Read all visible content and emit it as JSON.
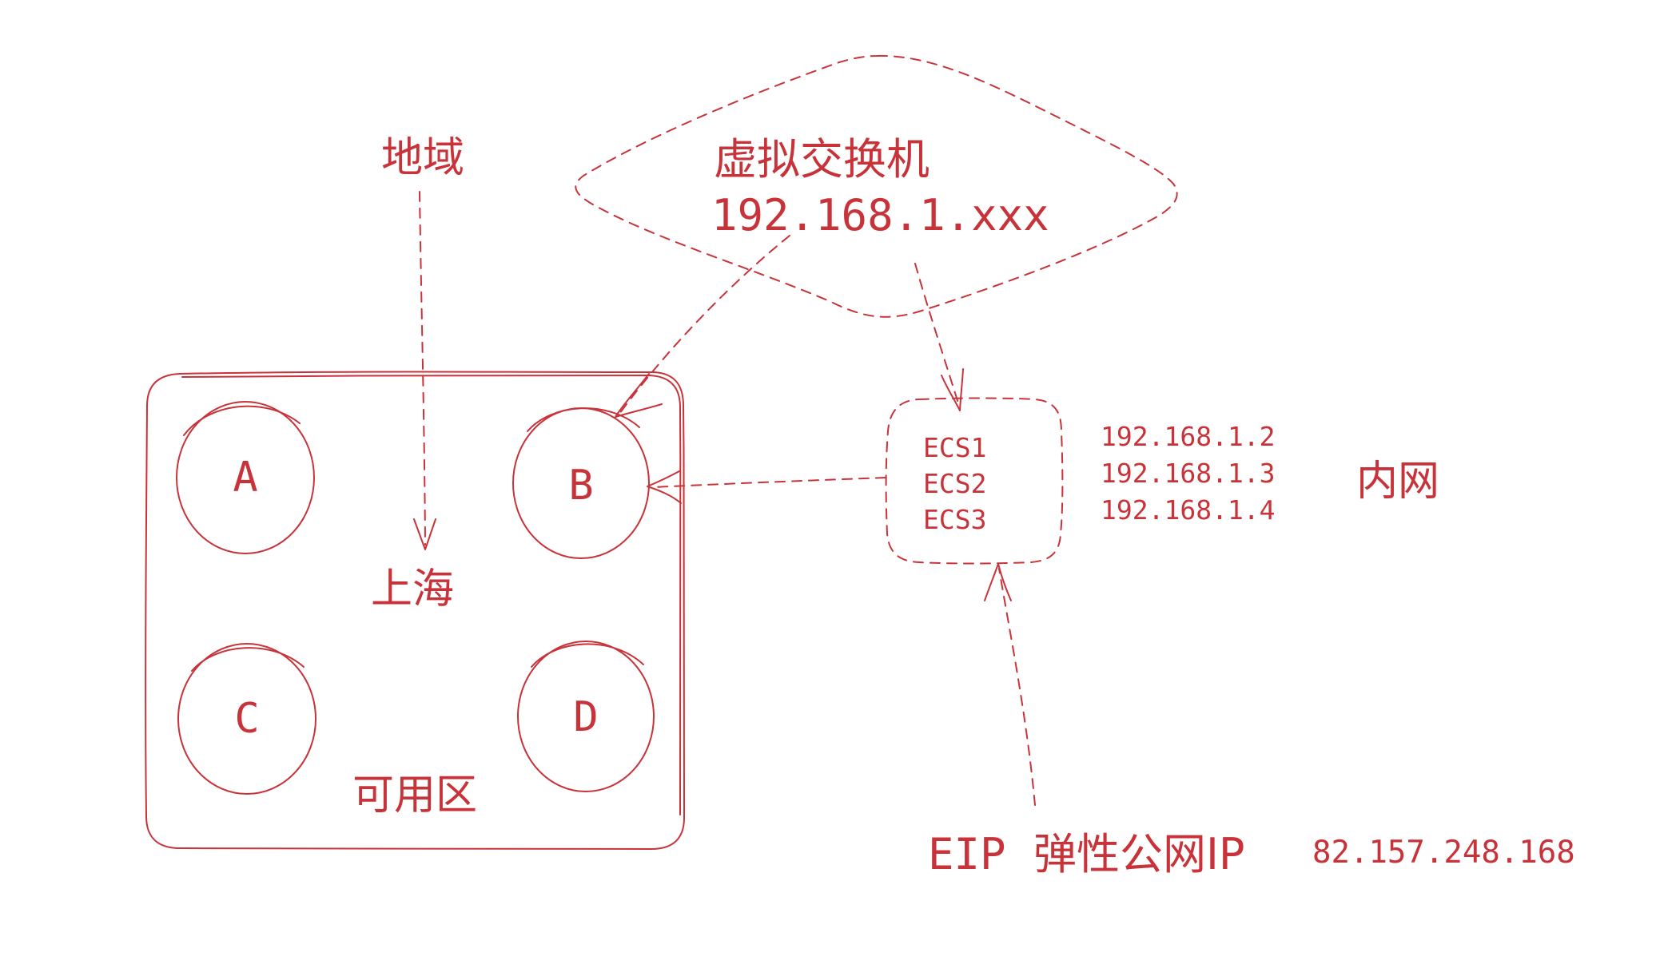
{
  "colors": {
    "stroke": "#c8333a",
    "background": "#ffffff"
  },
  "labels": {
    "region": "地域",
    "vswitch_title": "虚拟交换机",
    "vswitch_cidr": "192.168.1.xxx",
    "region_name": "上海",
    "zone_caption": "可用区",
    "zone_a": "A",
    "zone_b": "B",
    "zone_c": "C",
    "zone_d": "D",
    "intranet": "内网",
    "eip": "EIP",
    "eip_desc": "弹性公网IP",
    "eip_address": "82.157.248.168"
  },
  "ecs_instances": [
    {
      "name": "ECS1",
      "ip": "192.168.1.2"
    },
    {
      "name": "ECS2",
      "ip": "192.168.1.3"
    },
    {
      "name": "ECS3",
      "ip": "192.168.1.4"
    }
  ]
}
